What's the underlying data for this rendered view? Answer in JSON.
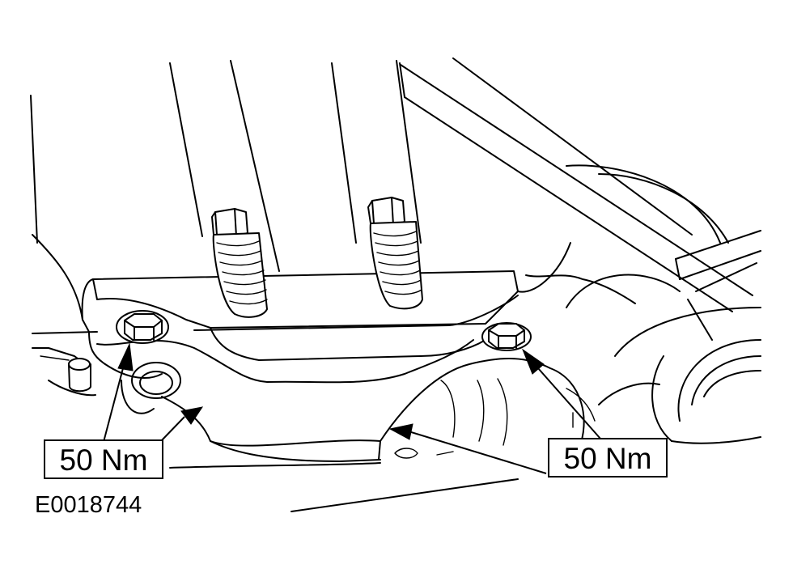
{
  "callouts": {
    "left_torque": "50 Nm",
    "right_torque": "50 Nm"
  },
  "figure_reference": "E0018744"
}
